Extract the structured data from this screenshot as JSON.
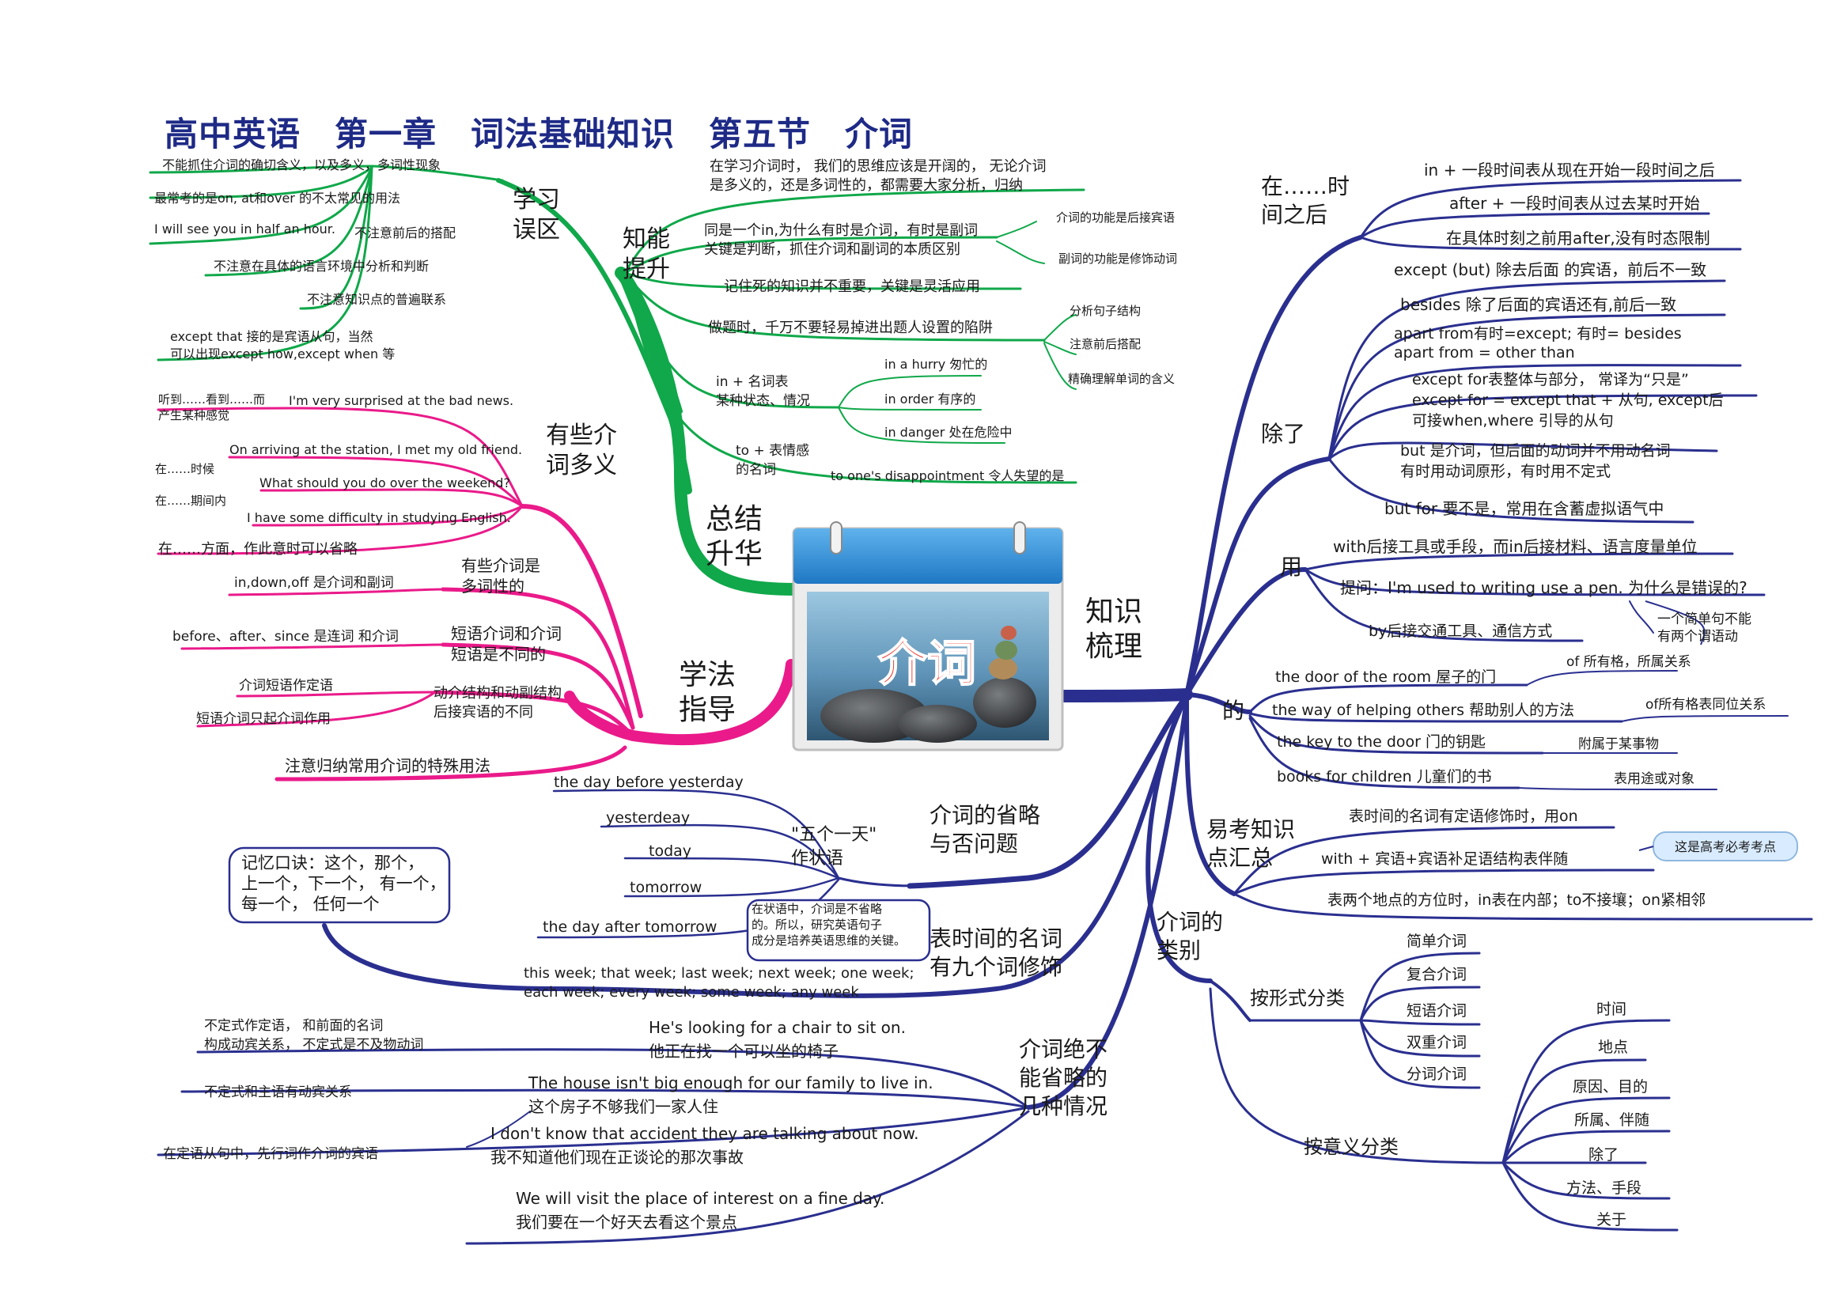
{
  "title": "高中英语　第一章　词法基础知识　第五节　介词",
  "center_label": "介词",
  "colors": {
    "green": "#10a84a",
    "pink": "#ea1a8a",
    "blue": "#2a2f8f",
    "text": "#1a1a1a",
    "title": "#1e2a86",
    "badge": "#d9ecff"
  },
  "branches": {
    "zongjie": "总结\n升华",
    "xuefa": "学法\n指导",
    "zhishi": "知识\n梳理"
  },
  "nodes": {
    "xuexi": "学习\n误区",
    "xuexi_1": "不能抓住介词的确切含义，以及多义，多词性现象",
    "xuexi_2": "最常考的是on, at和over 的不太常见的用法",
    "xuexi_3a": "I will see you in half an hour.",
    "xuexi_3b": "不注意前后的搭配",
    "xuexi_4": "不注意在具体的语言环境中分析和判断",
    "xuexi_5": "不注意知识点的普遍联系",
    "xuexi_6": "except that 接的是宾语从句，当然\n可以出现except how,except when 等",
    "zhineng": "知能\n提升",
    "zn_1": "在学习介词时， 我们的思维应该是开阔的， 无论介词\n是多义的，还是多词性的，都需要大家分析，归纳",
    "zn_2": "同是一个in,为什么有时是介词，有时是副词\n关键是判断，抓住介词和副词的本质区别",
    "zn_2a": "介词的功能是后接宾语",
    "zn_2b": "副词的功能是修饰动词",
    "zn_3": "记住死的知识并不重要，关键是灵活应用",
    "zn_4": "做题时，千万不要轻易掉进出题人设置的陷阱",
    "zn_4a": "分析句子结构",
    "zn_4b": "注意前后搭配",
    "zn_4c": "精确理解单词的含义",
    "zn_5": "in + 名词表\n某种状态、情况",
    "zn_5a": "in a hurry 匆忙的",
    "zn_5b": "in order 有序的",
    "zn_5c": "in danger 处在危险中",
    "zn_6": "to + 表情感\n的名词",
    "zn_6a": "to one's disappointment 令人失望的是",
    "duoyi": "有些介\n词多义",
    "dy_1a": "听到……看到……而",
    "dy_1b": "产生某种感觉",
    "dy_1": "I'm very surprised at the bad news.",
    "dy_2a": "在……时候",
    "dy_2": "On arriving at the station, I met my old friend.",
    "dy_3a": "在……期间内",
    "dy_3": "What should you do over the weekend?",
    "dy_4": "I have some difficulty in studying English.",
    "dy_4a": "在……方面，作此意时可以省略",
    "xf_1": "有些介词是\n多词性的",
    "xf_1a": "in,down,off 是介词和副词",
    "xf_2": "短语介词和介词\n短语是不同的",
    "xf_2a": "before、after、since 是连词 和介词",
    "xf_3": "动介结构和动副结构\n后接宾语的不同",
    "xf_3a": "介词短语作定语",
    "xf_3b": "短语介词只起介词作用",
    "xf_4": "注意归纳常用介词的特殊用法",
    "zs_1": "在……时\n间之后",
    "zs_1a": "in + 一段时间表从现在开始一段时间之后",
    "zs_1b": "after + 一段时间表从过去某时开始",
    "zs_1c": "在具体时刻之前用after,没有时态限制",
    "zs_2": "除了",
    "zs_2a": "except (but) 除去后面 的宾语，前后不一致",
    "zs_2b": "besides 除了后面的宾语还有,前后一致",
    "zs_2c": "apart from有时=except; 有时= besides\napart from = other than",
    "zs_2d": "except  for表整体与部分， 常译为“只是”\nexcept for = except that + 从句, except后\n可接when,where  引导的从句",
    "zs_2e": "but 是介词，但后面的动词并不用动名词\n有时用动词原形，有时用不定式",
    "zs_2f": "but for 要不是，常用在含蓄虚拟语气中",
    "zs_3": "用",
    "zs_3a": "with后接工具或手段，而in后接材料、语言度量单位",
    "zs_3b": "提问：I'm used to writing use a pen. 为什么是错误的?",
    "zs_3c": "by后接交通工具、通信方式",
    "zs_3d": "一个简单句不能\n有两个谓语动",
    "zs_4": "的",
    "zs_4a": "the door of the room 屋子的门",
    "zs_4a2": "of 所有格，所属关系",
    "zs_4b": "the way of helping others 帮助别人的方法",
    "zs_4b2": "of所有格表同位关系",
    "zs_4c": "the key to the door 门的钥匙",
    "zs_4c2": "附属于某事物",
    "zs_4d": "books for children 儿童们的书",
    "zs_4d2": "表用途或对象",
    "zs_5": "易考知识\n点汇总",
    "zs_5a": "表时间的名词有定语修饰时，用on",
    "zs_5b": "with + 宾语+宾语补足语结构表伴随",
    "zs_5badge": "这是高考必考考点",
    "zs_5c": "表两个地点的方位时，in表在内部；to不接壤；on紧相邻",
    "zs_6": "介词的\n类别",
    "zs_6a": "按形式分类",
    "zs_6a1": "简单介词",
    "zs_6a2": "复合介词",
    "zs_6a3": "短语介词",
    "zs_6a4": "双重介词",
    "zs_6a5": "分词介词",
    "zs_6b": "按意义分类",
    "zs_6b1": "时间",
    "zs_6b2": "地点",
    "zs_6b3": "原因、目的",
    "zs_6b4": "所属、伴随",
    "zs_6b5": "除了",
    "zs_6b6": "方法、手段",
    "zs_6b7": "关于",
    "sl": "介词的省略\n与否问题",
    "sl_1": "\"五个一天\"\n作状语",
    "sl_1a": "the day before yesterday",
    "sl_1b": "yesterdeay",
    "sl_1c": "today",
    "sl_1d": "tomorrow",
    "sl_1e": "the day after tomorrow",
    "sl_note": "在状语中，介词是不省略\n的。所以，研究英语句子\n成分是培养英语思维的关键。",
    "mem": "记忆口诀：这个，那个，\n上一个，下一个， 有一个，\n每一个， 任何一个",
    "sj": "表时间的名词\n有九个词修饰",
    "sj_1": "this week; that week;  last week; next week;  one week;\neach week;  every week; some week;  any week",
    "bsl": "介词绝不\n能省略的\n几种情况",
    "bsl_1": "He's looking for a chair to sit on.\n他正在找一个可以坐的椅子",
    "bsl_1a": "不定式作定语， 和前面的名词\n构成动宾关系， 不定式是不及物动词",
    "bsl_2": "The house isn't big enough for our family to live in.\n这个房子不够我们一家人住",
    "bsl_2a": "不定式和主语有动宾关系",
    "bsl_3": "I don't know that accident they are talking about now.\n我不知道他们现在正谈论的那次事故",
    "bsl_3a": "在定语从句中，先行词作介词的宾语",
    "bsl_4": "We will visit the place of interest on a fine day.\n我们要在一个好天去看这个景点"
  }
}
